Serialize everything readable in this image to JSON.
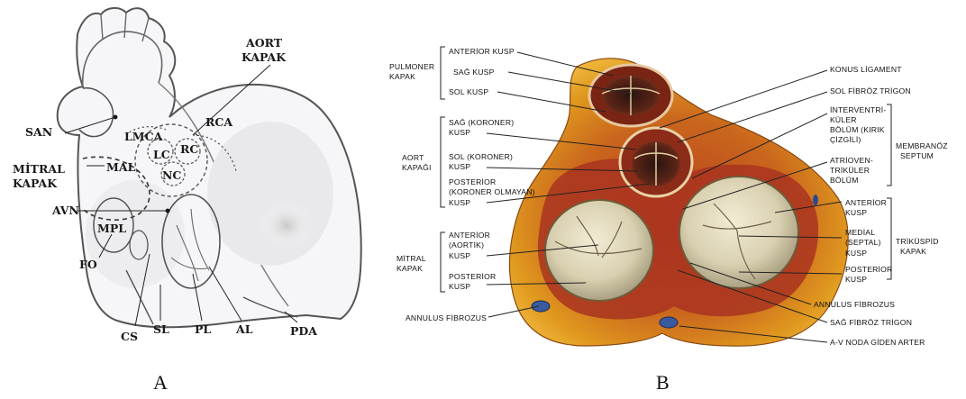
{
  "panel_a": {
    "panel_letter": "A",
    "labels": {
      "aort_kapak_1": "AORT",
      "aort_kapak_2": "KAPAK",
      "san": "SAN",
      "lmca": "LMCA",
      "rca": "RCA",
      "lc": "LC",
      "rc": "RC",
      "nc": "NC",
      "mitral_1": "MİTRAL",
      "mitral_2": "KAPAK",
      "mal": "MAL",
      "avn": "AVN",
      "mpl": "MPL",
      "fo": "FO",
      "cs": "CS",
      "sl": "SL",
      "pl": "PL",
      "al": "AL",
      "pda": "PDA"
    }
  },
  "panel_b": {
    "panel_letter": "B",
    "left_groups": {
      "pulmoner_kapak": [
        "PULMONER",
        "KAPAK"
      ],
      "aort_kapagi": [
        "AORT",
        "KAPAĞI"
      ],
      "mitral_kapak": [
        "MİTRAL",
        "KAPAK"
      ]
    },
    "left_labels": {
      "anterior_kusp": "ANTERİOR KUSP",
      "sag_kusp": "SAĞ KUSP",
      "sol_kusp": "SOL KUSP",
      "sag_koroner": [
        "SAĞ (KORONER)",
        "KUSP"
      ],
      "sol_koroner": [
        "SOL (KORONER)",
        "KUSP"
      ],
      "posterior_koroner_olmayan": [
        "POSTERİOR",
        "(KORONER OLMAYAN)",
        "KUSP"
      ],
      "anterior_aortik": [
        "ANTERİOR",
        "(AORTİK)",
        "KUSP"
      ],
      "posterior_kusp": [
        "POSTERİOR",
        "KUSP"
      ],
      "annulus_fibrozus": "ANNULUS FİBROZUS"
    },
    "right_labels": {
      "konus_ligament": "KONUS LİGAMENT",
      "sol_fibroz_trigon": "SOL FİBRÖZ TRİGON",
      "interventrikuler": [
        "İNTERVENTRİ-",
        "KÜLER",
        "BÖLÜM (KIRIK",
        "ÇİZGİLİ)"
      ],
      "atrioventrikuler": [
        "ATRİOVEN-",
        "TRİKÜLER",
        "BÖLÜM"
      ],
      "anterior_kusp": [
        "ANTERİOR",
        "KUSP"
      ],
      "medial_septal": [
        "MEDİAL",
        "(SEPTAL)",
        "KUSP"
      ],
      "posterior_kusp": [
        "POSTERİOR",
        "KUSP"
      ],
      "annulus_fibrozus": "ANNULUS FİBROZUS",
      "sag_fibroz_trigon": "SAĞ FİBRÖZ TRİGON",
      "av_noda": "A-V NODA GİDEN ARTER"
    },
    "right_groups": {
      "membranoz_septum": [
        "MEMBRANÖZ",
        "SEPTUM"
      ],
      "trikuspid_kapak": [
        "TRİKÜSPİD",
        "KAPAK"
      ]
    }
  },
  "colors": {
    "tissue_orange": "#d9891c",
    "tissue_red": "#a8321f",
    "valve_cream": "#e8e0c4",
    "ink": "#1a1a1a"
  }
}
